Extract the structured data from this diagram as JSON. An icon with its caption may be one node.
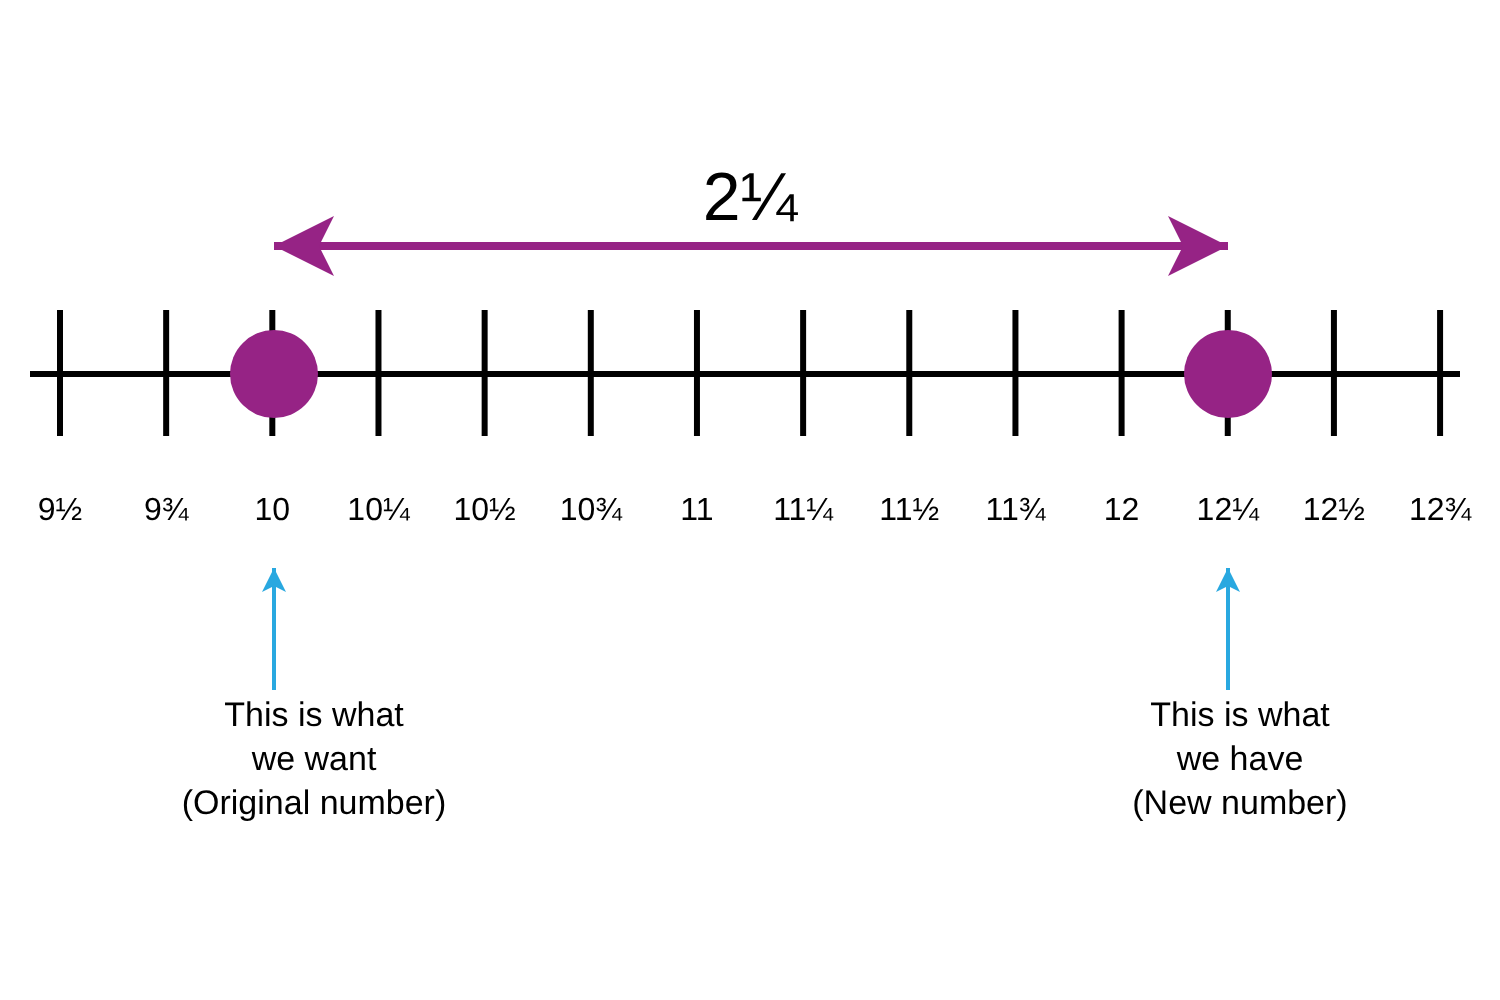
{
  "diagram": {
    "nodes": [
      {
        "text": [],
        "shape": "circle"
      },
      {
        "text": [],
        "shape": "circle"
      },
      {
        "text": [
          "This is what we want",
          "(Original number)"
        ]
      },
      {
        "text": [
          "This is what we have",
          "(New number)"
        ]
      }
    ],
    "edges": [
      {
        "from": 2,
        "to": null,
        "arrow": "to"
      },
      {
        "from": 3,
        "to": null,
        "arrow": "to"
      }
    ],
    "labels": [
      "2¼",
      "9½",
      "9¾",
      "10",
      "10¼",
      "10½",
      "10¾",
      "11",
      "11¼",
      "11½",
      "11¾",
      "12",
      "12¼",
      "12½",
      "12¾"
    ]
  }
}
